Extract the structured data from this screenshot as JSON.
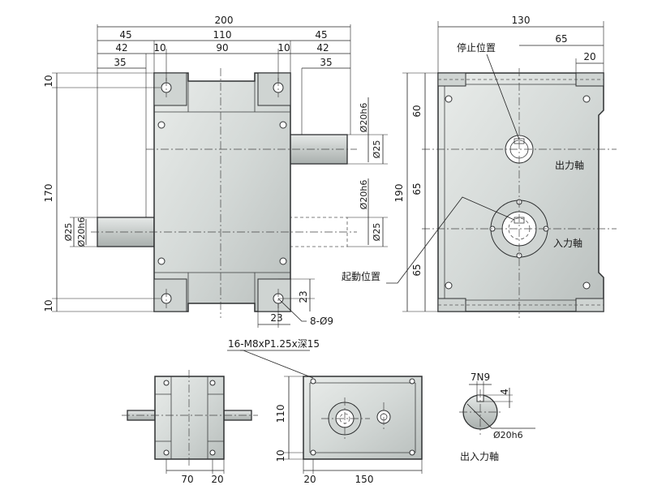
{
  "dims": {
    "total_width": "200",
    "left_flange": "45",
    "center_span": "110",
    "right_flange": "45",
    "left_42": "42",
    "left_10": "10",
    "mid_90": "90",
    "right_10": "10",
    "right_42": "42",
    "left_35": "35",
    "right_35": "35",
    "top_10": "10",
    "height_170": "170",
    "bottom_10": "10",
    "shaft_upper_fit": "Ø20h6",
    "shaft_upper_dia": "Ø25",
    "shaft_lower_fit": "Ø20h6",
    "shaft_lower_dia": "Ø25",
    "left_shaft_dia": "Ø25",
    "left_shaft_fit": "Ø20h6",
    "pad_23_v": "23",
    "pad_23_h": "23",
    "holes": "8-Ø9",
    "side_width": "130",
    "side_65": "65",
    "side_20": "20",
    "side_60": "60",
    "side_65a": "65",
    "side_65b": "65",
    "side_190": "190",
    "tap_holes": "16-M8xP1.25x深15",
    "bottom_110": "110",
    "bottom_70": "70",
    "bottom_20a": "20",
    "bottom_20b": "20",
    "bottom_150": "150",
    "key_7n9": "7N9",
    "key_4": "4",
    "key_fit": "Ø20h6"
  },
  "labels": {
    "stop_position": "停止位置",
    "output_shaft": "出力軸",
    "input_shaft": "入力軸",
    "start_position": "起動位置",
    "io_shaft": "出入力軸"
  }
}
